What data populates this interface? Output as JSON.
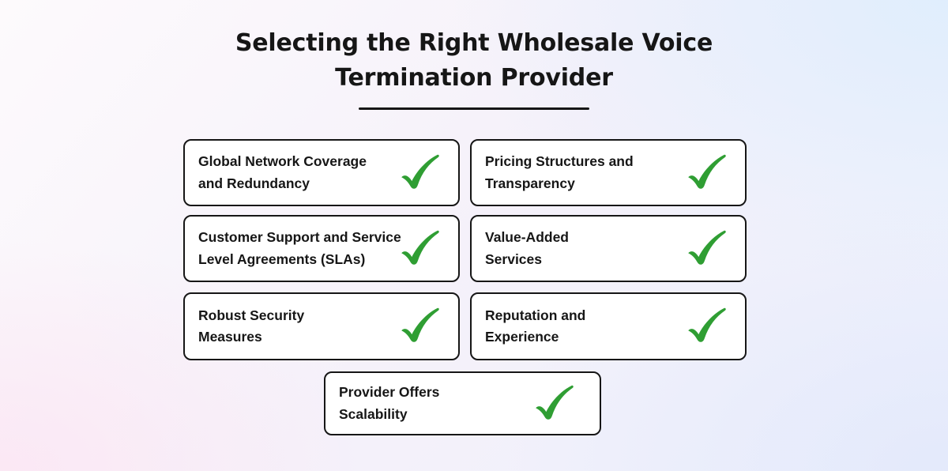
{
  "title": {
    "lines": [
      "Selecting the Right Wholesale Voice",
      "Termination Provider"
    ]
  },
  "items": [
    {
      "lines": [
        "Global Network Coverage",
        "and Redundancy"
      ],
      "icon": "checkmark-icon"
    },
    {
      "lines": [
        "Pricing Structures and",
        "Transparency"
      ],
      "icon": "checkmark-icon"
    },
    {
      "lines": [
        "Customer Support and Service",
        "Level Agreements (SLAs)"
      ],
      "icon": "checkmark-icon"
    },
    {
      "lines": [
        "Value-Added",
        "Services"
      ],
      "icon": "checkmark-icon"
    },
    {
      "lines": [
        "Robust Security",
        "Measures"
      ],
      "icon": "checkmark-icon"
    },
    {
      "lines": [
        "Reputation and",
        "Experience"
      ],
      "icon": "checkmark-icon"
    },
    {
      "lines": [
        "Provider Offers",
        "Scalability"
      ],
      "icon": "checkmark-icon"
    }
  ],
  "colors": {
    "checkmark": "#2f9e33",
    "box_border": "#161616",
    "box_background": "#ffffff",
    "text": "#161616"
  }
}
